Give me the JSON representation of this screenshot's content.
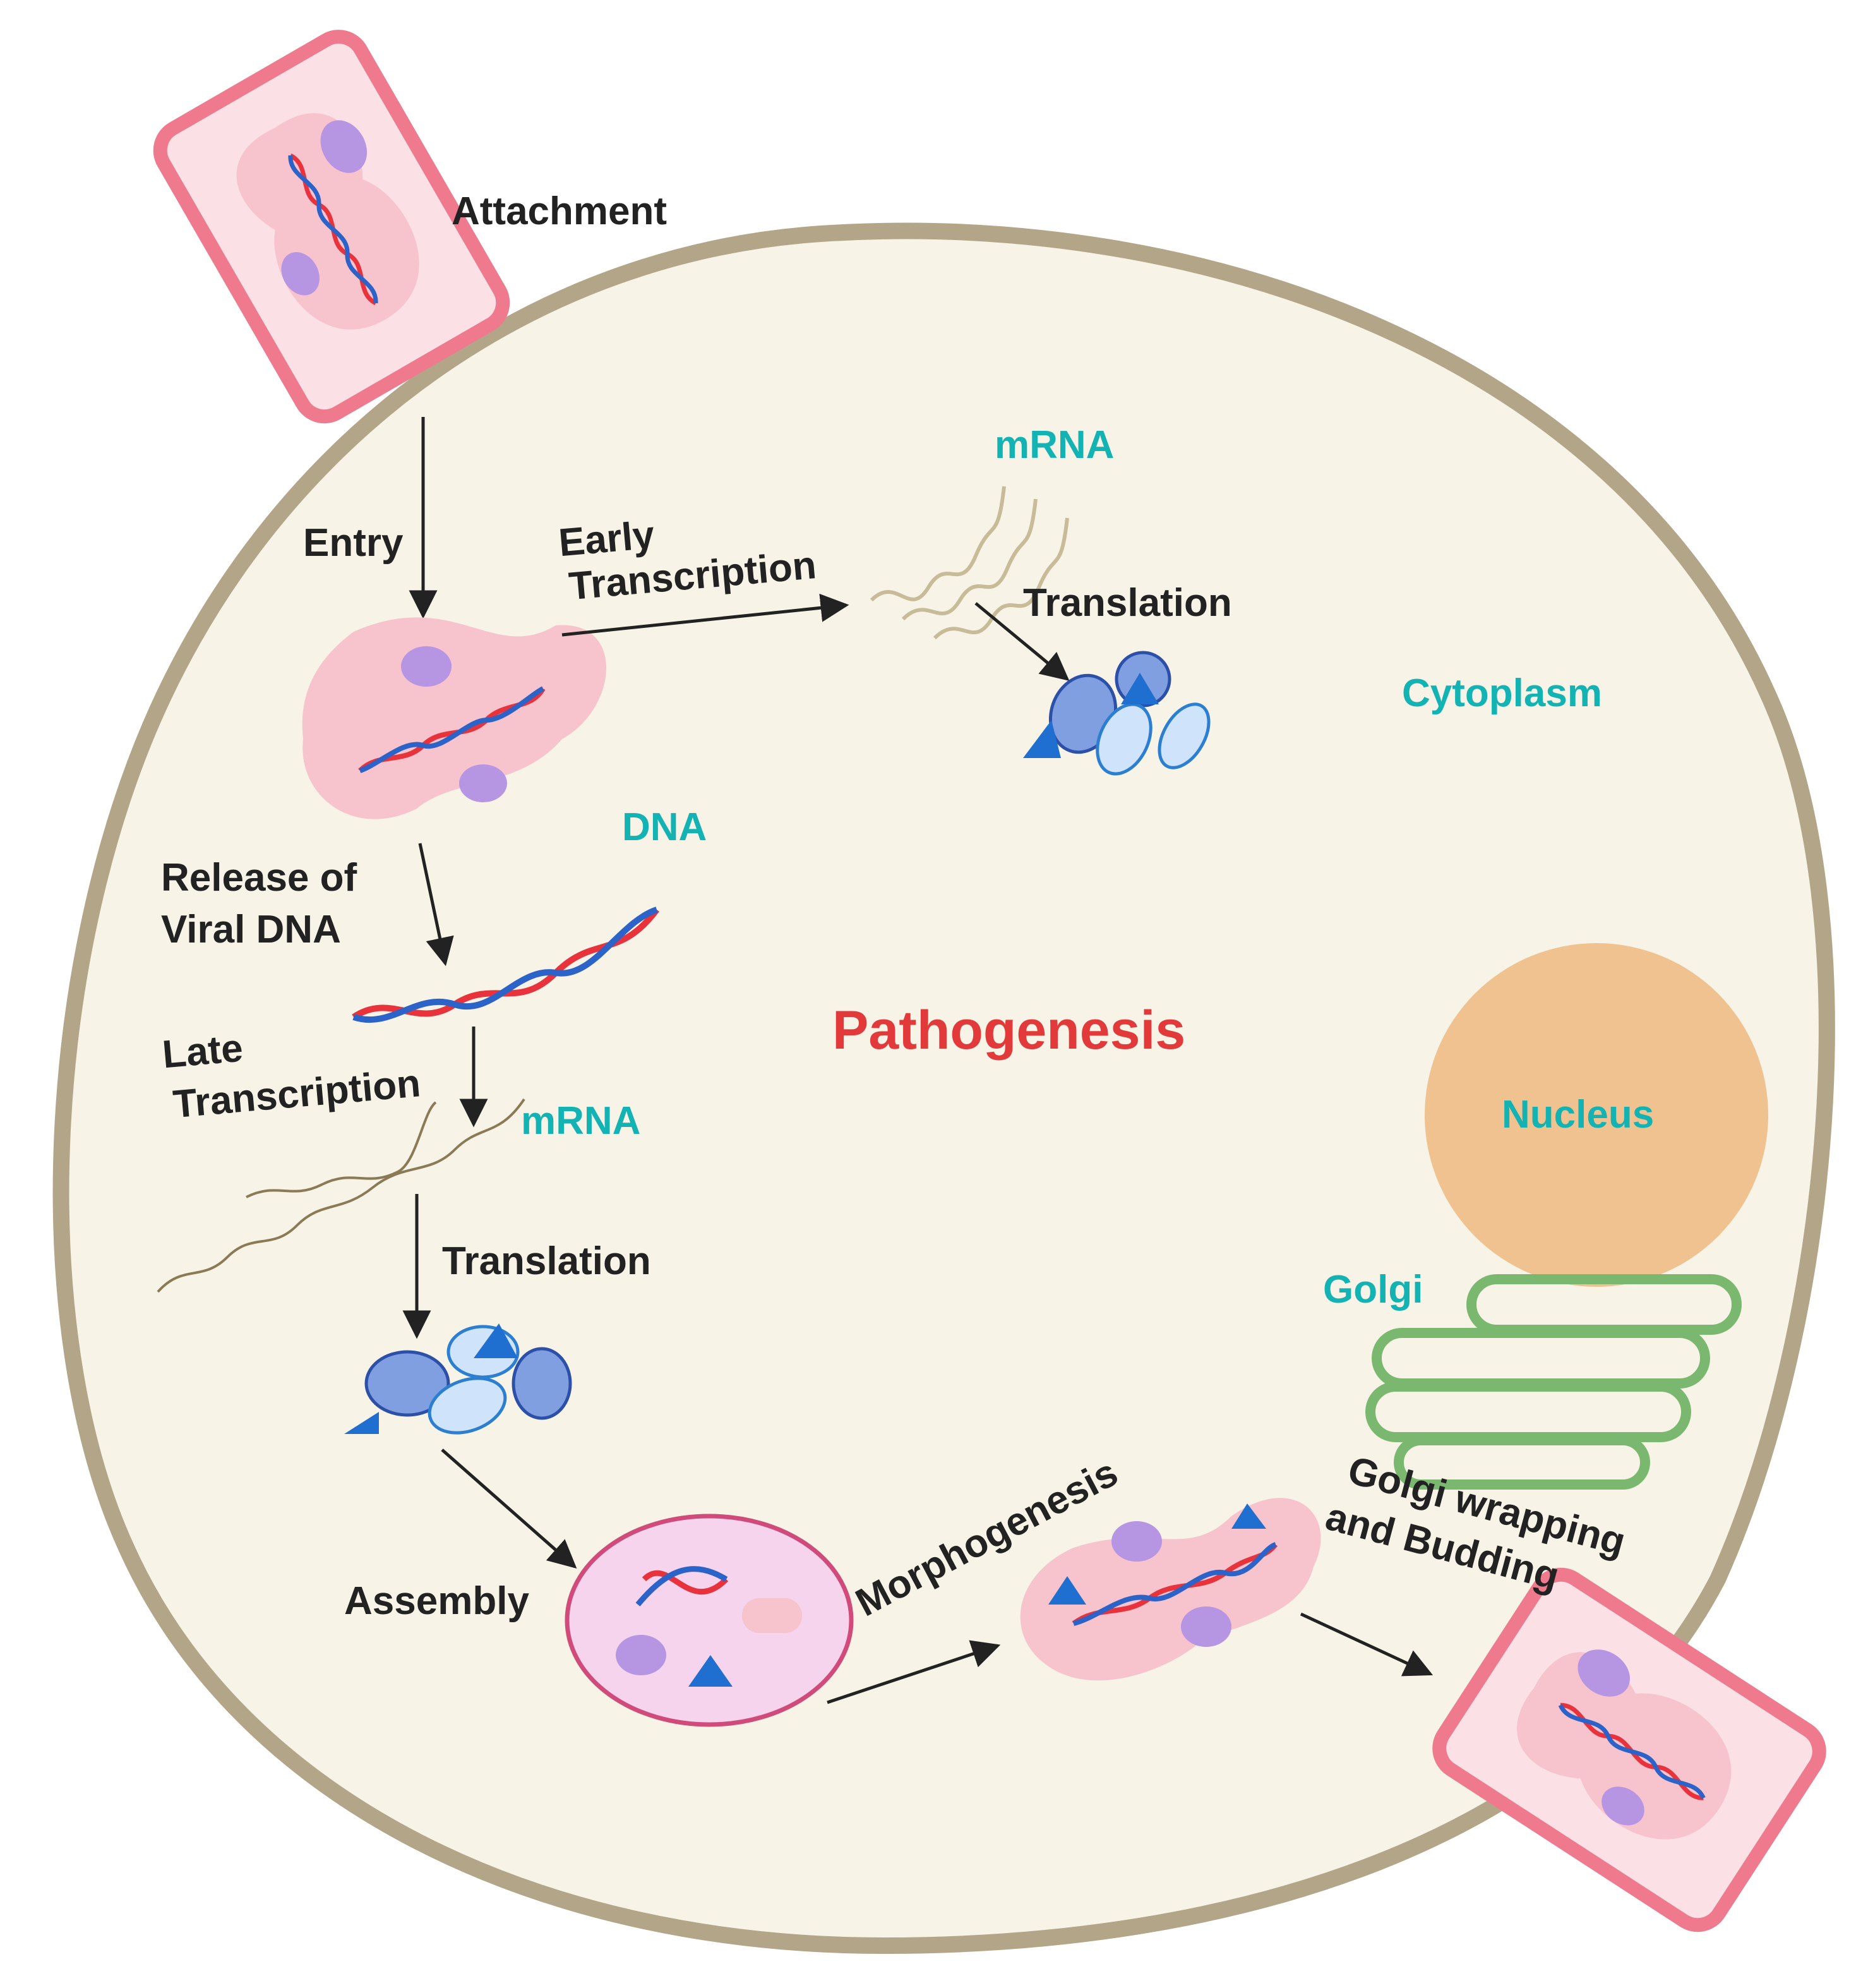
{
  "title": "Pathogenesis",
  "labels": {
    "attachment": "Attachment",
    "entry": "Entry",
    "early_transcription_1": "Early",
    "early_transcription_2": "Transcription",
    "mrna_top": "mRNA",
    "translation_top": "Translation",
    "cytoplasm": "Cytoplasm",
    "dna": "DNA",
    "release_1": "Release of",
    "release_2": "Viral DNA",
    "late_transcription_1": "Late",
    "late_transcription_2": "Transcription",
    "mrna_bottom": "mRNA",
    "translation_bottom": "Translation",
    "nucleus": "Nucleus",
    "golgi": "Golgi",
    "golgi_wrapping_1": "Golgi wrapping",
    "golgi_wrapping_2": "and Budding",
    "assembly": "Assembly",
    "morphogenesis": "Morphogenesis"
  },
  "colors": {
    "cell_fill": "#f7f3e6",
    "cell_border": "#b3a688",
    "virus_border": "#ef7a8e",
    "virus_fill": "#fbe1e5",
    "core_fill": "#f7c3cc",
    "protein_purple": "#b695e3",
    "protein_blue": "#7f9fe0",
    "triangle_blue": "#1f6fd0",
    "dna_red": "#e8323c",
    "dna_blue": "#2c63c9",
    "nucleus_fill": "#f0c28f",
    "golgi_green": "#7bb86f",
    "label_teal": "#14b3b3",
    "title_red": "#e23a3a"
  }
}
